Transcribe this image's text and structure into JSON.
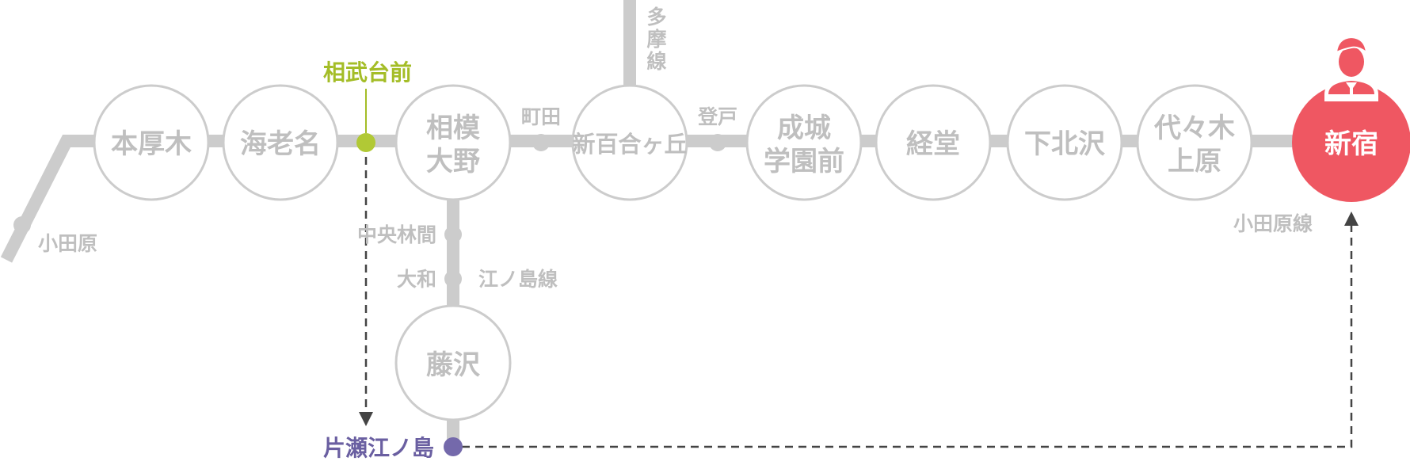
{
  "stations": {
    "honatsugi": "本厚木",
    "ebina": "海老名",
    "sagamiotono_1": "相模",
    "sagamiotono_2": "大野",
    "shinyurigaoka": "新百合ヶ丘",
    "seijo_1": "成城",
    "seijo_2": "学園前",
    "kyodo": "経堂",
    "shimokitazawa": "下北沢",
    "yoyogiuehara_1": "代々木",
    "yoyogiuehara_2": "上原",
    "shinjuku": "新宿",
    "fujisawa": "藤沢"
  },
  "small_stations": {
    "odawara": "小田原",
    "machida": "町田",
    "noborito": "登戸",
    "chuorinkan": "中央林間",
    "yamato": "大和"
  },
  "lines": {
    "tama_1": "多",
    "tama_2": "摩",
    "tama_3": "線",
    "enoshima": "江ノ島線",
    "odawara_line": "小田原線"
  },
  "highlights": {
    "origin": "相武台前",
    "transfer": "片瀬江ノ島"
  },
  "colors": {
    "track": "#cccccc",
    "destination": "#ef5762",
    "origin_accent": "#b1c935",
    "transfer_accent": "#7469ab",
    "route_dash": "#444444"
  }
}
